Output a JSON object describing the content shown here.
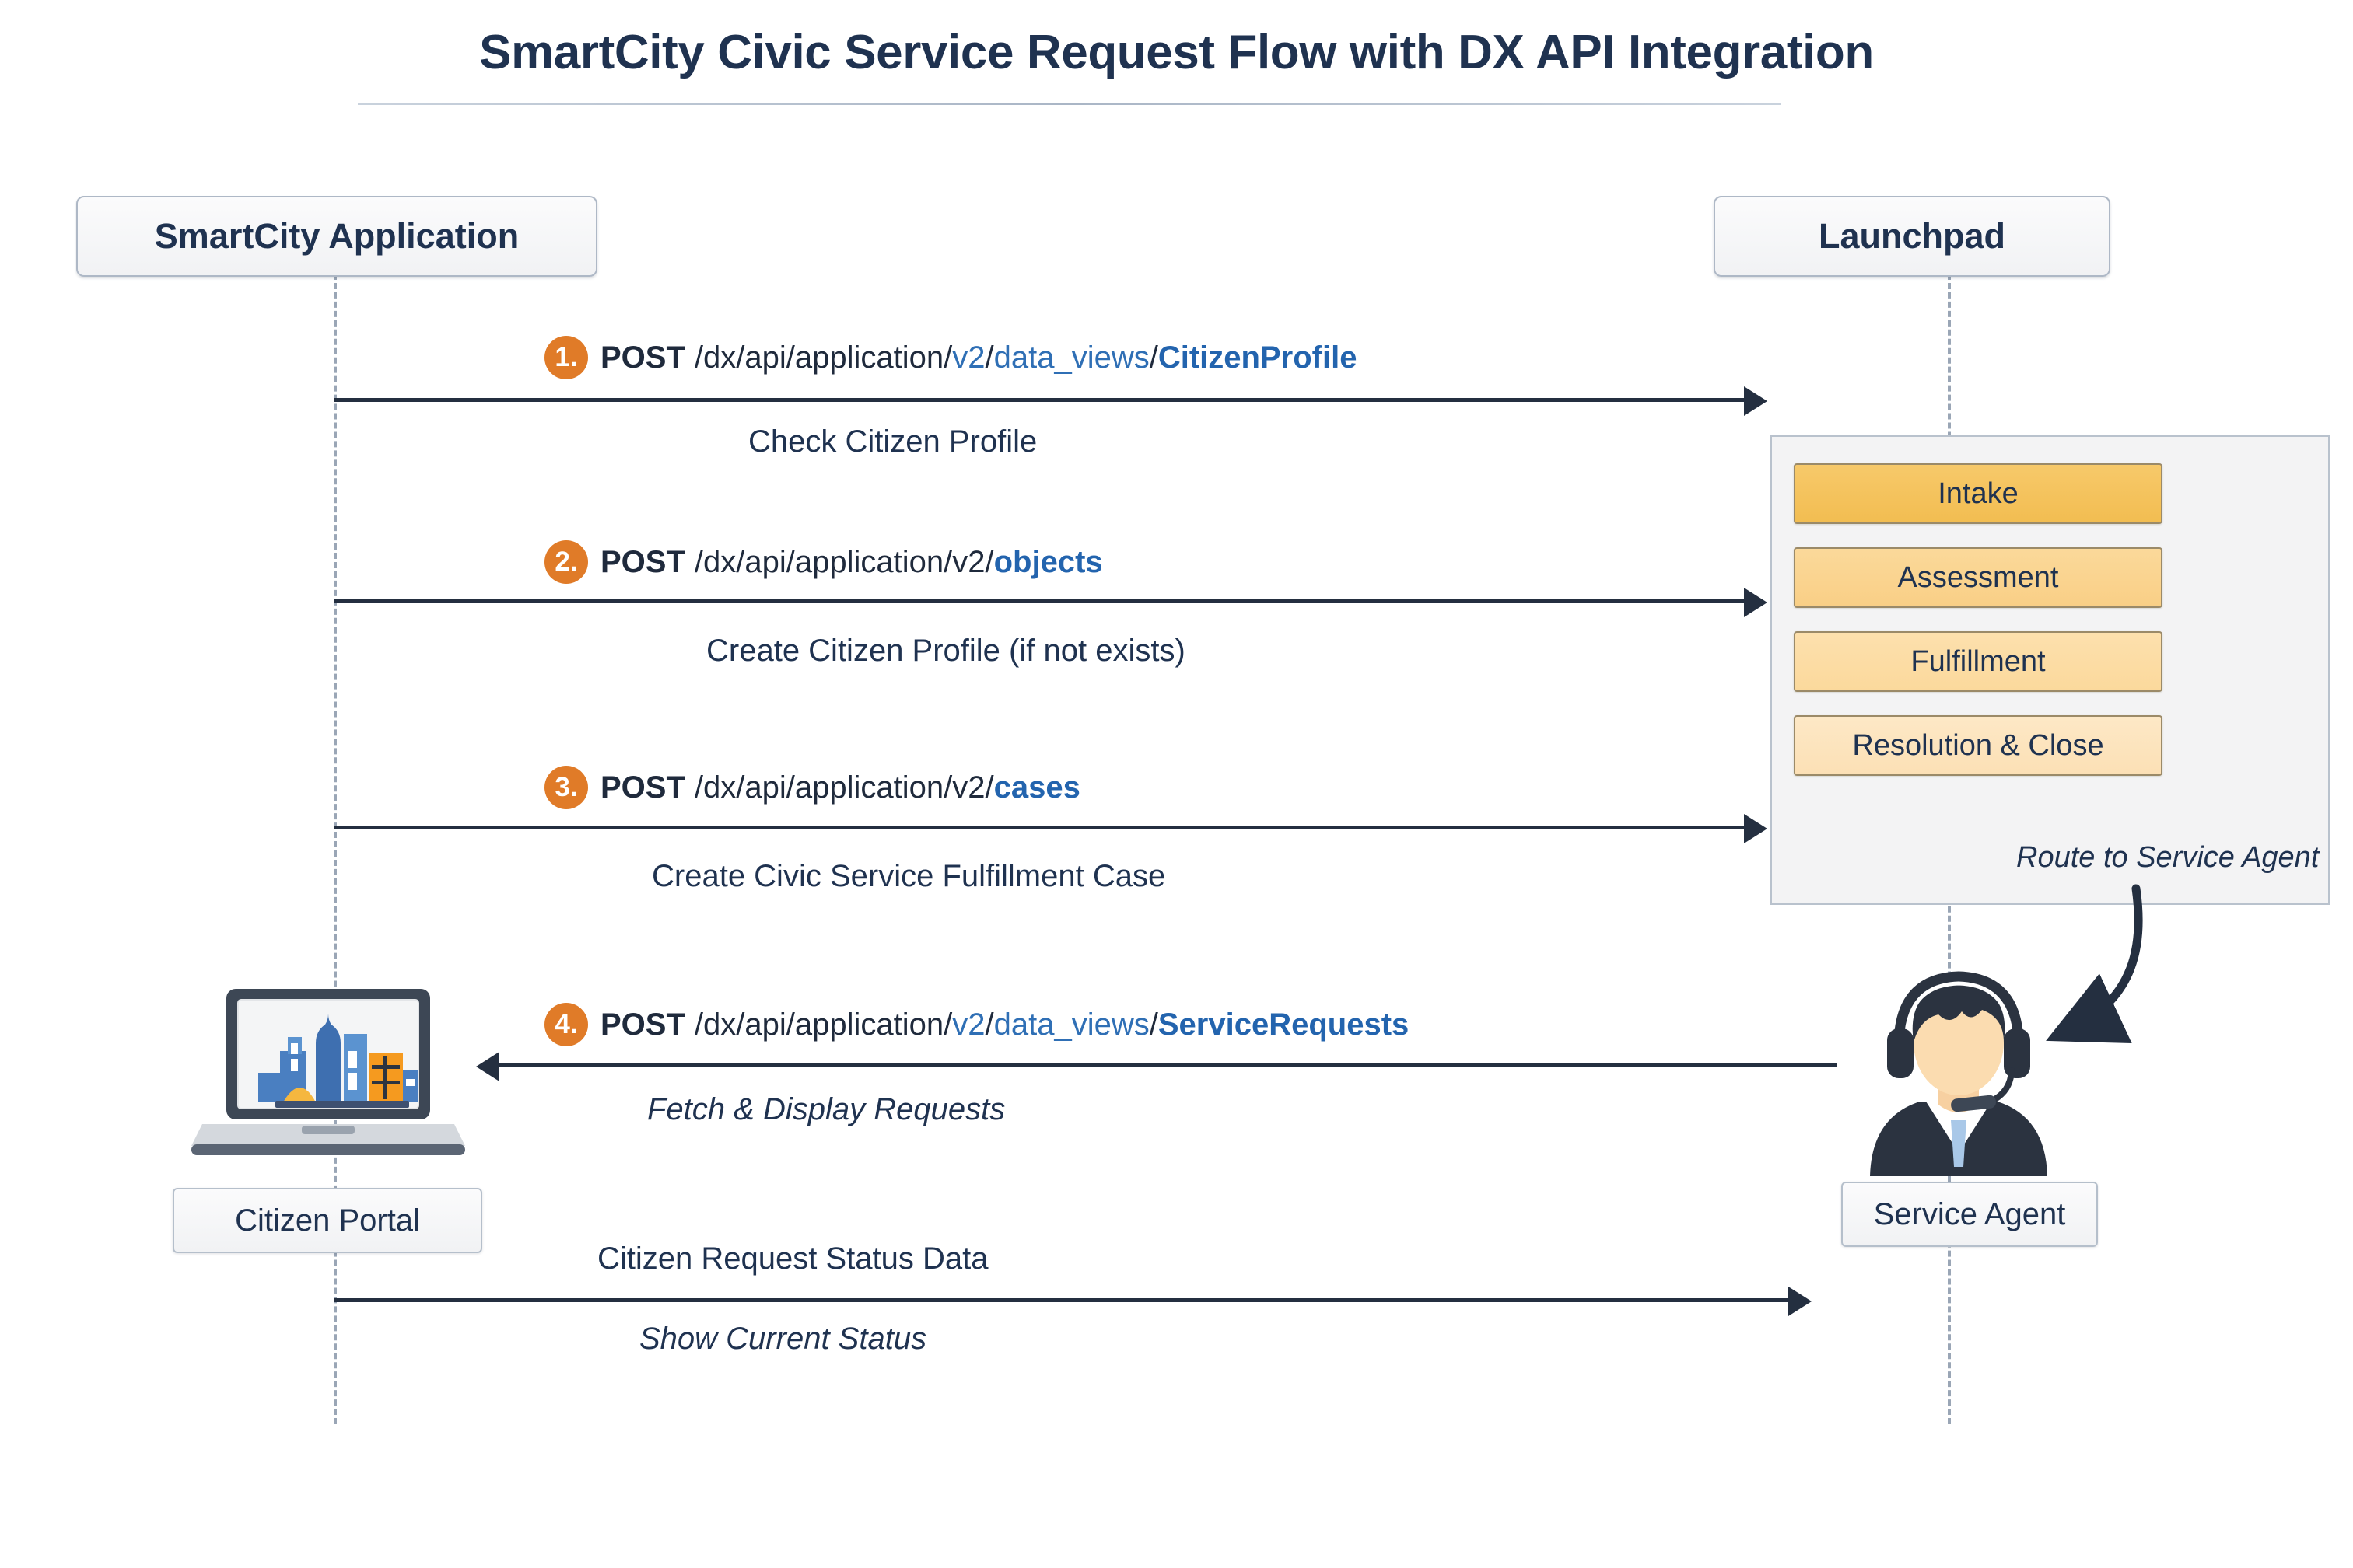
{
  "title": "SmartCity Civic Service Request Flow with DX API Integration",
  "participants": {
    "left": "SmartCity Application",
    "right": "Launchpad"
  },
  "nodes": {
    "portal": {
      "label": "Citizen Portal",
      "icon": "laptop-city-icon"
    },
    "agent": {
      "label": "Service Agent",
      "icon": "headset-agent-icon"
    }
  },
  "launchpad_stages": [
    {
      "label": "Intake",
      "color": "#f2bd51"
    },
    {
      "label": "Assessment",
      "color": "#f9cf86"
    },
    {
      "label": "Fulfillment",
      "color": "#fbd99c"
    },
    {
      "label": "Resolution & Close",
      "color": "#fce0b5"
    }
  ],
  "route_note": "Route to Service Agent",
  "messages": [
    {
      "number": "1.",
      "verb": "POST",
      "path_parts": [
        {
          "text": "/dx/api/application/",
          "style": "dark"
        },
        {
          "text": "v2",
          "style": "blue"
        },
        {
          "text": "/",
          "style": "dark"
        },
        {
          "text": "data_views",
          "style": "blue"
        },
        {
          "text": "/",
          "style": "dark"
        },
        {
          "text": "CitizenProfile",
          "style": "blue-bold"
        }
      ],
      "description": "Check Citizen Profile",
      "description_italic": false,
      "direction": "right"
    },
    {
      "number": "2.",
      "verb": "POST",
      "path_parts": [
        {
          "text": "/dx/api/application/v2/",
          "style": "dark"
        },
        {
          "text": "objects",
          "style": "blue-bold"
        }
      ],
      "description": "Create Citizen Profile (if not exists)",
      "description_italic": false,
      "direction": "right"
    },
    {
      "number": "3.",
      "verb": "POST",
      "path_parts": [
        {
          "text": "/dx/api/application/v2/",
          "style": "dark"
        },
        {
          "text": "cases",
          "style": "blue-bold"
        }
      ],
      "description": "Create Civic Service Fulfillment Case",
      "description_italic": false,
      "direction": "right"
    },
    {
      "number": "4.",
      "verb": "POST",
      "path_parts": [
        {
          "text": "/dx/api/application/",
          "style": "dark"
        },
        {
          "text": "v2",
          "style": "blue"
        },
        {
          "text": "/",
          "style": "dark"
        },
        {
          "text": "data_views",
          "style": "blue"
        },
        {
          "text": "/",
          "style": "dark"
        },
        {
          "text": "ServiceRequests",
          "style": "blue-bold"
        }
      ],
      "description": "Fetch & Display Requests",
      "description_italic": true,
      "direction": "left"
    },
    {
      "number": "",
      "verb": "",
      "path_parts": [],
      "description_top": "Citizen Request Status Data",
      "description": "Show Current Status",
      "description_italic": true,
      "direction": "right"
    }
  ],
  "colors": {
    "accent_orange": "#e07b28",
    "text_navy": "#1f3250",
    "link_blue": "#2364ae",
    "line_dark": "#242f40",
    "stage_border": "#9b8a68"
  }
}
